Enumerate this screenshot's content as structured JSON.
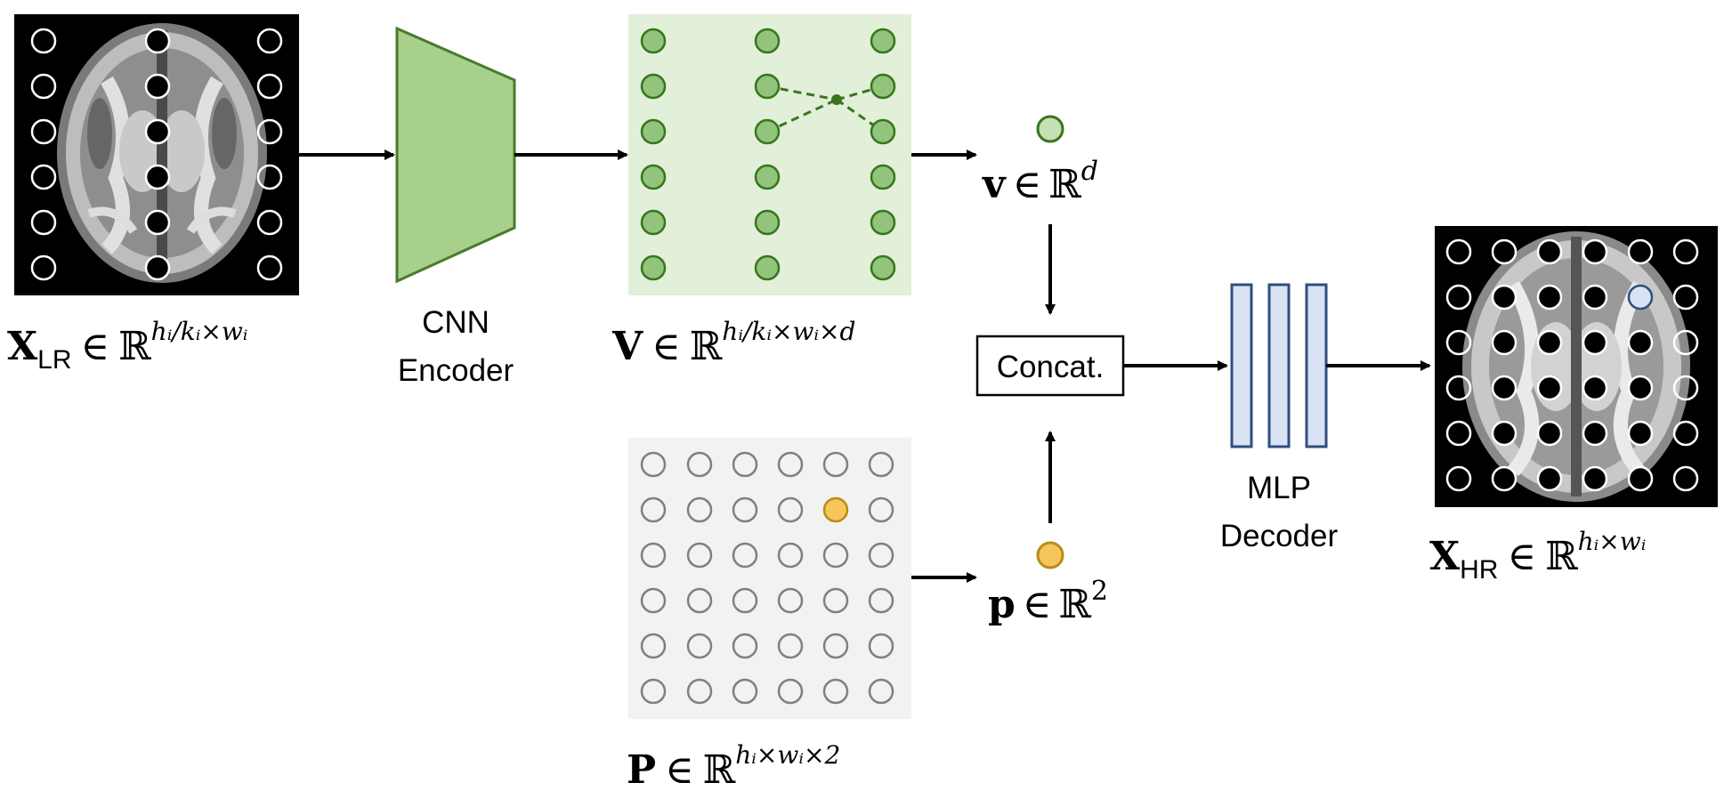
{
  "colors": {
    "encoder_fill": "#a8d08d",
    "encoder_stroke": "#4a7a2c",
    "feature_bg": "#e2efd9",
    "feature_node": "#92c47d",
    "feature_stroke": "#38761d",
    "coord_bg": "#f2f2f2",
    "coord_node_stroke": "#808080",
    "selected_coord": "#f6c65a",
    "selected_coord_stroke": "#b78d1a",
    "decoder_fill": "#dae3f3",
    "decoder_stroke": "#2f4f7f",
    "image_bg": "#000000",
    "arrow": "#000000"
  },
  "icons": {
    "lr_image": "brain-mri-low-res-icon",
    "hr_image": "brain-mri-high-res-icon"
  },
  "labels": {
    "encoder": [
      "CNN",
      "Encoder"
    ],
    "decoder": [
      "MLP",
      "Decoder"
    ],
    "concat": "Concat.",
    "x_lr": {
      "sym": "X",
      "sub": "LR",
      "in": "∈",
      "set": "ℝ",
      "sup": "hᵢ/kᵢ×wᵢ"
    },
    "v_mat": {
      "sym": "V",
      "in": "∈",
      "set": "ℝ",
      "sup": "hᵢ/kᵢ×wᵢ×d"
    },
    "v_vec": {
      "sym": "v",
      "in": "∈",
      "set": "ℝ",
      "sup": "d"
    },
    "p_mat": {
      "sym": "P",
      "in": "∈",
      "set": "ℝ",
      "sup": "hᵢ×wᵢ×2"
    },
    "p_vec": {
      "sym": "p",
      "in": "∈",
      "set": "ℝ",
      "sup": "2"
    },
    "x_hr": {
      "sym": "X",
      "sub": "HR",
      "in": "∈",
      "set": "ℝ",
      "sup": "hᵢ×wᵢ"
    }
  }
}
